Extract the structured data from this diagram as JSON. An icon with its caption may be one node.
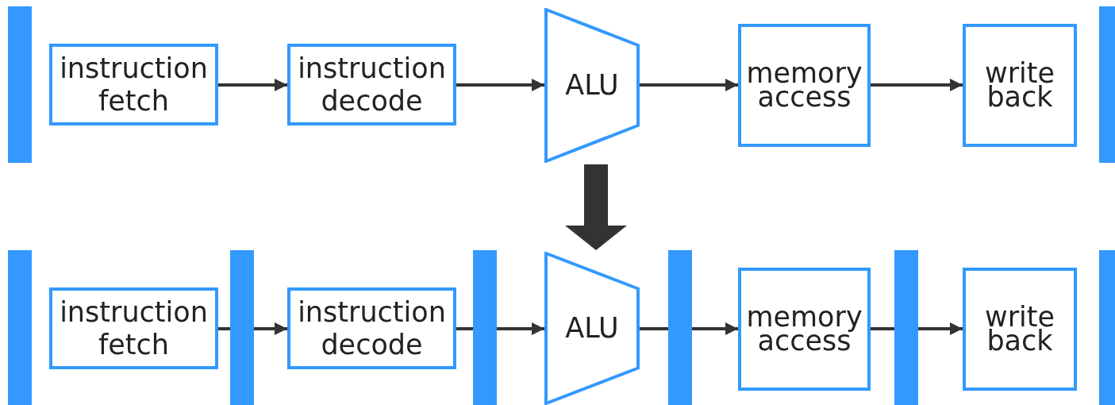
{
  "diagram": {
    "nodes": [
      {
        "text": [],
        "shape": "bar"
      },
      {
        "text": [
          "instruction fetch"
        ]
      },
      {
        "text": [
          "instruction decode"
        ]
      },
      {
        "text": [
          "ALU"
        ]
      },
      {
        "text": [
          "memory access"
        ]
      },
      {
        "text": [
          "write back"
        ]
      },
      {
        "text": [],
        "shape": "bar"
      },
      {
        "text": [],
        "shape": "bar"
      },
      {
        "text": [
          "instruction fetch"
        ]
      },
      {
        "text": [],
        "shape": "bar"
      },
      {
        "text": [
          "instruction decode"
        ]
      },
      {
        "text": [],
        "shape": "bar"
      },
      {
        "text": [
          "ALU"
        ]
      },
      {
        "text": [],
        "shape": "bar"
      },
      {
        "text": [
          "memory access"
        ]
      },
      {
        "text": [],
        "shape": "bar"
      },
      {
        "text": [
          "write back"
        ]
      },
      {
        "text": [],
        "shape": "bar"
      }
    ],
    "edges": [
      {
        "from": 1,
        "to": 2,
        "arrow": "to"
      },
      {
        "from": 2,
        "to": 3,
        "arrow": "to"
      },
      {
        "from": 3,
        "to": 4,
        "arrow": "to"
      },
      {
        "from": 4,
        "to": 5,
        "arrow": "to"
      },
      {
        "from": 8,
        "to": 9,
        "arrow": "none"
      },
      {
        "from": 9,
        "to": 10,
        "arrow": "to"
      },
      {
        "from": 10,
        "to": 11,
        "arrow": "none"
      },
      {
        "from": 11,
        "to": 12,
        "arrow": "to"
      },
      {
        "from": 12,
        "to": 13,
        "arrow": "none"
      },
      {
        "from": 13,
        "to": 14,
        "arrow": "to"
      },
      {
        "from": 14,
        "to": 15,
        "arrow": "none"
      },
      {
        "from": 15,
        "to": 16,
        "arrow": "to"
      },
      {
        "from": 3,
        "to": 12,
        "arrow": "to",
        "style": "thick"
      }
    ]
  }
}
